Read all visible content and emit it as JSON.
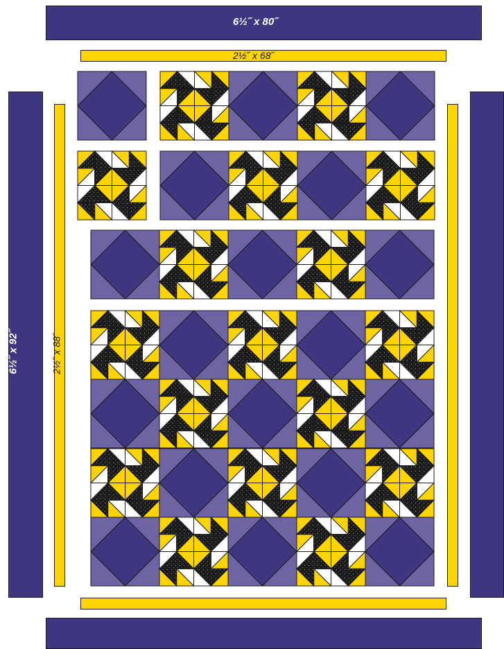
{
  "colors": {
    "navy": "#3e3780",
    "lavender": "#6d64a3",
    "gold": "#ffd400",
    "black": "#1a1a1a",
    "white": "#ffffff"
  },
  "labels": {
    "top_border": "6½˝ x 80˝",
    "top_sashing": "2½˝ x 68˝",
    "left_border": "6½˝ x 92˝",
    "left_sashing": "2½˝ x 88˝"
  },
  "quilt": {
    "rows": [
      [
        "diamond",
        "pinwheel",
        "diamond",
        "pinwheel",
        "diamond"
      ],
      [
        "pinwheel",
        "diamond",
        "pinwheel",
        "diamond",
        "pinwheel"
      ],
      [
        "diamond",
        "pinwheel",
        "diamond",
        "pinwheel",
        "diamond"
      ],
      [
        "pinwheel",
        "diamond",
        "pinwheel",
        "diamond",
        "pinwheel"
      ],
      [
        "diamond",
        "pinwheel",
        "diamond",
        "pinwheel",
        "diamond"
      ],
      [
        "pinwheel",
        "diamond",
        "pinwheel",
        "diamond",
        "pinwheel"
      ],
      [
        "diamond",
        "pinwheel",
        "diamond",
        "pinwheel",
        "diamond"
      ]
    ]
  }
}
